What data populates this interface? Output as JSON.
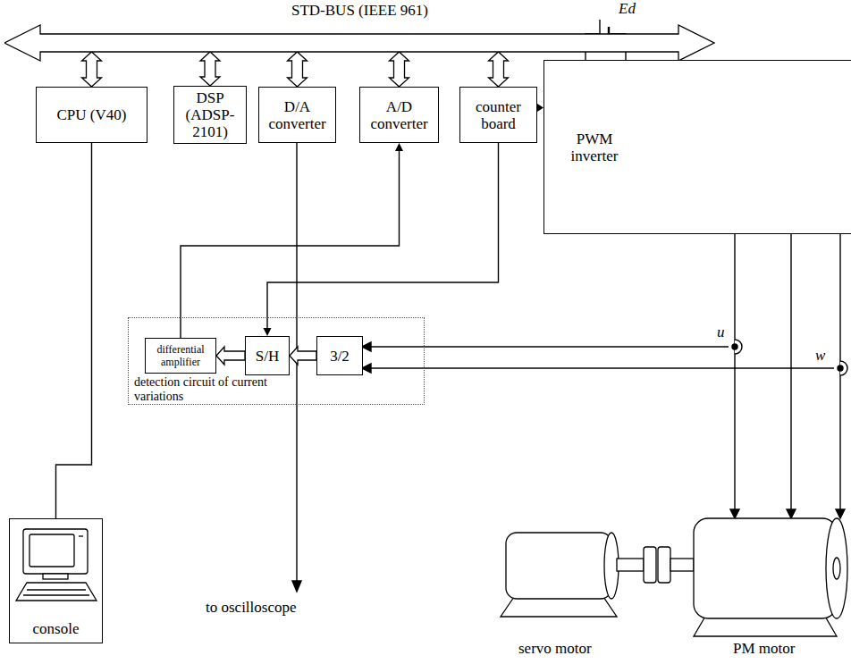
{
  "diagram": {
    "nodes": [
      {
        "text": [
          "STD-BUS (IEEE 961)"
        ]
      },
      {
        "text": [
          "CPU (V40)"
        ]
      },
      {
        "text": [
          "DSP (ADSP-2101)"
        ]
      },
      {
        "text": [
          "D/A converter"
        ]
      },
      {
        "text": [
          "A/D converter"
        ]
      },
      {
        "text": [
          "counter board"
        ]
      },
      {
        "text": [
          "PWM inverter"
        ]
      },
      {
        "text": [
          "detection circuit of current variations"
        ]
      },
      {
        "text": [
          "differential amplifier"
        ],
        "in": 7
      },
      {
        "text": [
          "S/H"
        ],
        "in": 7
      },
      {
        "text": [
          "3/2"
        ],
        "in": 7
      },
      {
        "text": [
          "console"
        ]
      }
    ],
    "edges": [
      {
        "from": 1,
        "to": 0,
        "arrow": "both"
      },
      {
        "from": 2,
        "to": 0,
        "arrow": "both"
      },
      {
        "from": 3,
        "to": 0,
        "arrow": "both"
      },
      {
        "from": 4,
        "to": 0,
        "arrow": "both"
      },
      {
        "from": 5,
        "to": 0,
        "arrow": "both"
      },
      {
        "from": 5,
        "to": 6,
        "arrow": "to"
      },
      {
        "from": 5,
        "to": 9,
        "arrow": "to"
      },
      {
        "from": 8,
        "to": 4,
        "arrow": "to"
      },
      {
        "from": 9,
        "to": 8,
        "arrow": "to"
      },
      {
        "from": 10,
        "to": 9,
        "arrow": "to"
      },
      {
        "from": 1,
        "to": 11,
        "arrow": "none"
      }
    ],
    "labels": [
      "Ed",
      "u",
      "w",
      "to oscilloscope",
      "servo motor",
      "PM motor"
    ]
  }
}
